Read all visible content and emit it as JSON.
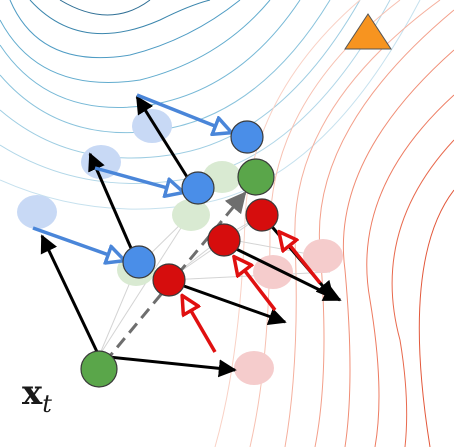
{
  "label": {
    "main": "x",
    "subscript": "t"
  },
  "colors": {
    "blue": "#4a8ee8",
    "blue_light": "#c8d9f5",
    "blue_arrow": "#4a86d9",
    "green": "#5aa64a",
    "green_light": "#d9ead2",
    "red": "#d60d0d",
    "red_light": "#f5cccc",
    "black": "#000000",
    "gray_dashed": "#6e6e6e",
    "triangle": "#f79420",
    "contour_blue": "#4f9cc4",
    "contour_red": "#e65a3a"
  },
  "icons": [
    "triangle-marker"
  ]
}
